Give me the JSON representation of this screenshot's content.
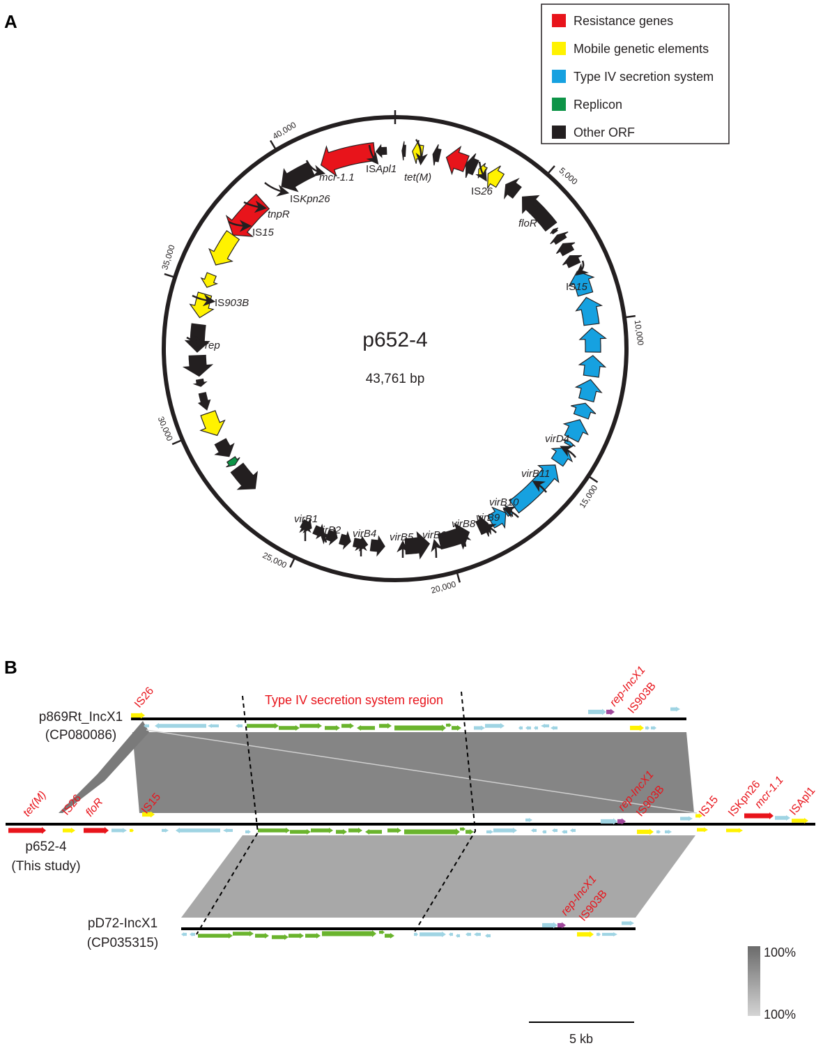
{
  "panel_a": {
    "letter": "A",
    "plasmid_name": "p652-4",
    "plasmid_size": "43,761 bp",
    "legend": [
      {
        "label": "Resistance genes",
        "color": "#e8141b"
      },
      {
        "label": "Mobile genetic elements",
        "color": "#fff200"
      },
      {
        "label": "Type IV secretion system",
        "color": "#16a1e0"
      },
      {
        "label": "Replicon",
        "color": "#0d9447"
      },
      {
        "label": "Other ORF",
        "color": "#231f20"
      }
    ],
    "ticks": [
      "5,000",
      "10,000",
      "15,000",
      "20,000",
      "25,000",
      "30,000",
      "35,000",
      "40,000"
    ],
    "gene_labels": {
      "mcr": "mcr-1.1",
      "isapl1_a": "IS",
      "isapl1_b": "Apl1",
      "tetm": "tet(M)",
      "is26_a": "IS",
      "is26_b": "26",
      "iskpn26_a": "IS",
      "iskpn26_b": "Kpn26",
      "tnpr": "tnpR",
      "is15a_a": "IS",
      "is15a_b": "15",
      "flor": "floR",
      "is15b_a": "IS",
      "is15b_b": "15",
      "is903b_a": "IS",
      "is903b_b": "903B",
      "rep": "rep",
      "vird4": "virD4",
      "virb11": "virB11",
      "virb10": "virB10",
      "virb9": "virB9",
      "virb8": "virB8",
      "virb6": "virB6",
      "virb5": "virB5",
      "virb4": "virB4",
      "virb2": "virB2",
      "virb1": "virB1"
    }
  },
  "panel_b": {
    "letter": "B",
    "region_label": "Type IV secretion system region",
    "plasmids": [
      {
        "name": "p869Rt_IncX1",
        "accession": "(CP080086)"
      },
      {
        "name": "p652-4",
        "accession": "(This study)"
      },
      {
        "name": "pD72-IncX1",
        "accession": "(CP035315)"
      }
    ],
    "labels": {
      "p1_is26": "IS26",
      "p1_rep": "rep-IncX1",
      "p1_is903b": "IS903B",
      "p2_tetm": "tet(M)",
      "p2_is26": "IS26",
      "p2_flor": "floR",
      "p2_is15a": "IS15",
      "p2_rep": "rep-IncX1",
      "p2_is903b": "IS903B",
      "p2_is15b": "IS15",
      "p2_iskpn26": "ISKpn26",
      "p2_mcr": "mcr-1.1",
      "p2_isapl1": "ISApl1",
      "p3_rep": "rep-IncX1",
      "p3_is903b": "IS903B"
    },
    "identity_scale": {
      "top": "100%",
      "bottom": "100%"
    },
    "scale_bar": "5 kb",
    "colors": {
      "t4ss": "#6ab42d",
      "orf": "#9fd4e3",
      "mobile": "#fff200",
      "resistance": "#e8141b",
      "replicon": "#a0479b",
      "homology": "#8a8a8a"
    }
  }
}
